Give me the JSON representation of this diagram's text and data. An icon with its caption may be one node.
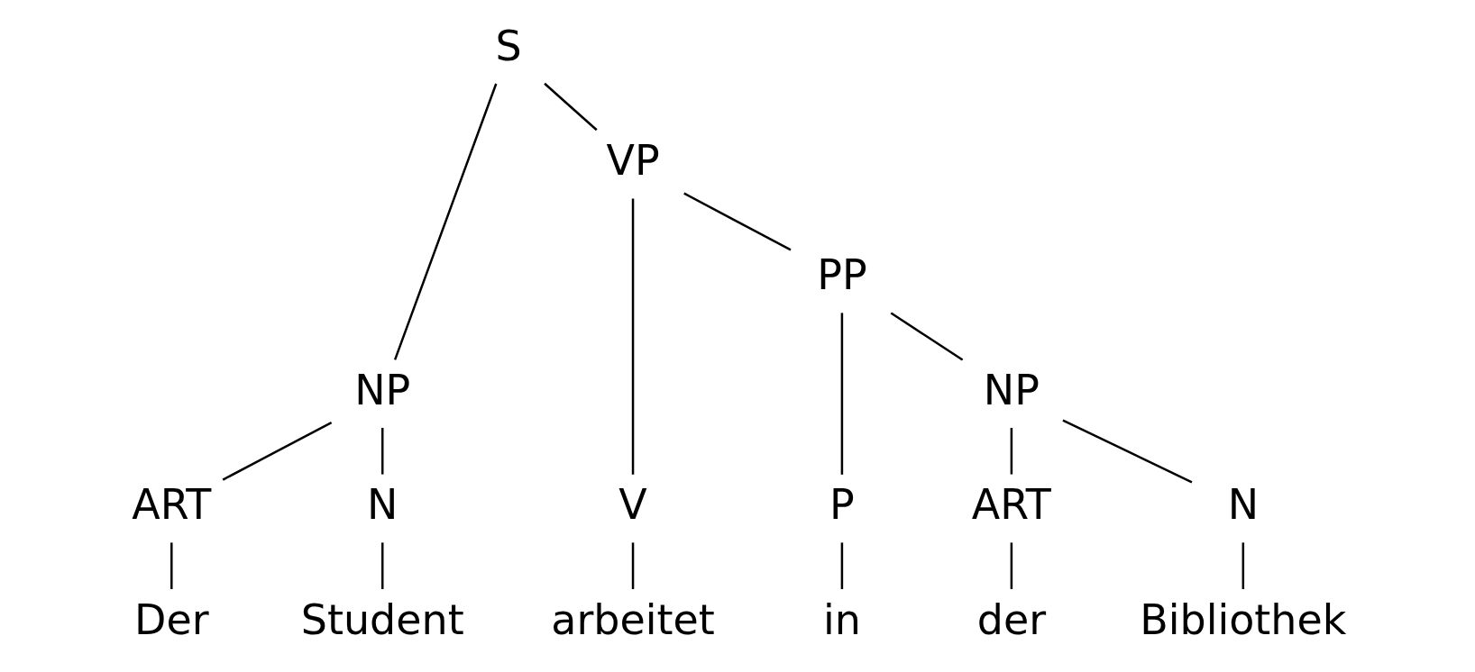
{
  "diagram": {
    "nodes": [
      {
        "text": [
          "S"
        ]
      },
      {
        "text": [
          "NP"
        ]
      },
      {
        "text": [
          "VP"
        ]
      },
      {
        "text": [
          "ART"
        ]
      },
      {
        "text": [
          "N"
        ]
      },
      {
        "text": [
          "V"
        ]
      },
      {
        "text": [
          "PP"
        ]
      },
      {
        "text": [
          "P"
        ]
      },
      {
        "text": [
          "NP"
        ]
      },
      {
        "text": [
          "ART"
        ]
      },
      {
        "text": [
          "N"
        ]
      },
      {
        "text": [
          "Der"
        ]
      },
      {
        "text": [
          "Student"
        ]
      },
      {
        "text": [
          "arbeitet"
        ]
      },
      {
        "text": [
          "in"
        ]
      },
      {
        "text": [
          "der"
        ]
      },
      {
        "text": [
          "Bibliothek"
        ]
      }
    ],
    "edges": [
      {
        "from": 0,
        "to": 1,
        "arrow": "none"
      },
      {
        "from": 0,
        "to": 2,
        "arrow": "none"
      },
      {
        "from": 1,
        "to": 3,
        "arrow": "none"
      },
      {
        "from": 1,
        "to": 4,
        "arrow": "none"
      },
      {
        "from": 2,
        "to": 5,
        "arrow": "none"
      },
      {
        "from": 2,
        "to": 6,
        "arrow": "none"
      },
      {
        "from": 6,
        "to": 7,
        "arrow": "none"
      },
      {
        "from": 6,
        "to": 8,
        "arrow": "none"
      },
      {
        "from": 8,
        "to": 9,
        "arrow": "none"
      },
      {
        "from": 8,
        "to": 10,
        "arrow": "none"
      },
      {
        "from": 3,
        "to": 11,
        "arrow": "none"
      },
      {
        "from": 4,
        "to": 12,
        "arrow": "none"
      },
      {
        "from": 5,
        "to": 13,
        "arrow": "none"
      },
      {
        "from": 7,
        "to": 14,
        "arrow": "none"
      },
      {
        "from": 9,
        "to": 15,
        "arrow": "none"
      },
      {
        "from": 10,
        "to": 16,
        "arrow": "none"
      }
    ]
  }
}
